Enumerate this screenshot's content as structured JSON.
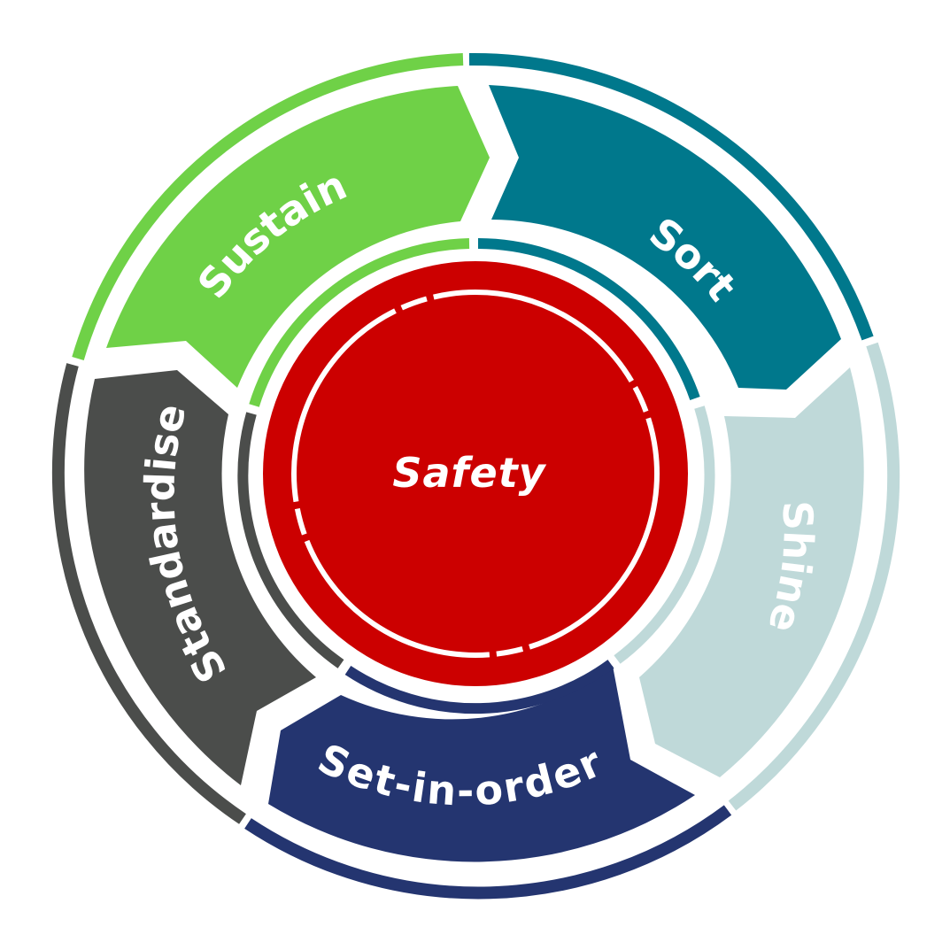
{
  "center": {
    "label": "Safety",
    "color": "#cc0000"
  },
  "segments": [
    {
      "id": "sort",
      "label": "Sort",
      "color": "#00788c"
    },
    {
      "id": "shine",
      "label": "Shine",
      "color": "#bfd9d9"
    },
    {
      "id": "set-in-order",
      "label": "Set-in-order",
      "color": "#243570"
    },
    {
      "id": "standardise",
      "label": "Standardise",
      "color": "#4b4d4b"
    },
    {
      "id": "sustain",
      "label": "Sustain",
      "color": "#6fd147"
    }
  ]
}
